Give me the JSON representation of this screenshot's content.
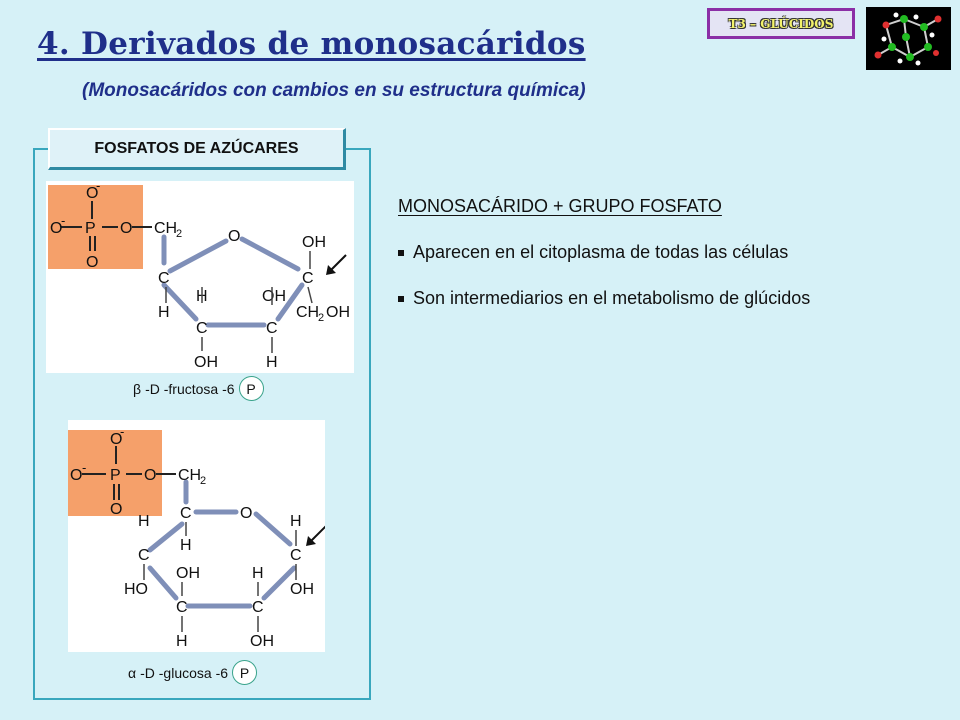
{
  "header": {
    "title": "4. Derivados de monosacáridos",
    "subtitle": "(Monosacáridos con cambios en su estructura química)",
    "badge": "T3 – GLÚCIDOS"
  },
  "section": {
    "tab_label": "FOSFATOS DE AZÚCARES"
  },
  "structures": {
    "fructose": {
      "greek": "β",
      "label": "-D -fructosa -6",
      "p": "P",
      "atoms": {
        "o_top": "O",
        "o_left": "O",
        "o_right": "O",
        "o_bottom": "O",
        "p": "P",
        "ch2": "CH",
        "ring_o": "O",
        "oh_c2": "OH",
        "c2": "C",
        "c5": "C",
        "h_c5": "H",
        "h_c4": "H",
        "c4": "C",
        "oh_c4": "OH",
        "oh_c3": "OH",
        "c3": "C",
        "h_c3": "H",
        "ch2oh": "CH",
        "ch2oh_tail": "OH"
      }
    },
    "glucose": {
      "greek": "α",
      "label": "-D -glucosa -6",
      "p": "P",
      "atoms": {
        "o_top": "O",
        "o_left": "O",
        "o_right": "O",
        "o_bottom": "O",
        "p": "P",
        "ch2": "CH",
        "c5": "C",
        "h_c5": "H",
        "ring_o": "O",
        "c1": "C",
        "h_c1": "H",
        "oh_c1": "OH",
        "c4": "C",
        "h_c4a": "H",
        "ho_c4": "HO",
        "oh_c3": "OH",
        "c3": "C",
        "h_c3": "H",
        "h_c2": "H",
        "c2": "C",
        "oh_c2": "OH"
      }
    }
  },
  "content": {
    "heading": "MONOSACÁRIDO + GRUPO FOSFATO",
    "bullets": [
      "Aparecen en el citoplasma de todas las células",
      "Son intermediarios en el metabolismo de glúcidos"
    ]
  },
  "colors": {
    "title": "#1f2f8a",
    "phosphate_box": "#f5a06a",
    "frame": "#39a7bd",
    "background": "#d6f1f7",
    "badge_border": "#8b2fa6"
  }
}
